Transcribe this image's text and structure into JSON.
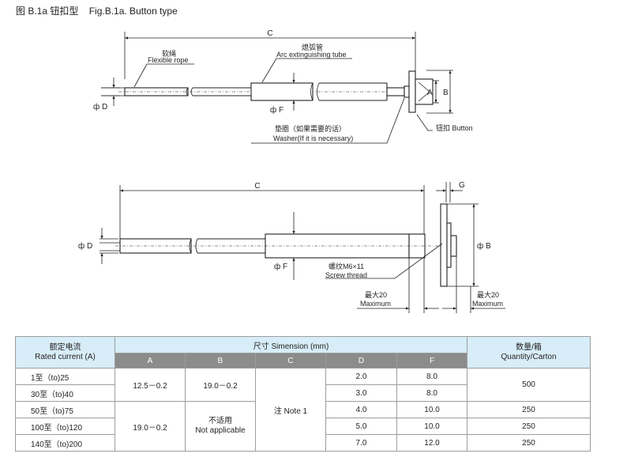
{
  "caption": {
    "cn": "图 B.1a 钮扣型",
    "en": "Fig.B.1a. Button type"
  },
  "fig_top": {
    "dim_c": "C",
    "rope_cn": "软绳",
    "rope_en": "Flexible rope",
    "tube_cn": "熄弧管",
    "tube_en": "Arc extinguishing tube",
    "dia_d": "ф D",
    "dia_f": "ф F",
    "dim_a": "A",
    "dim_b": "B",
    "washer_cn": "垫圈（如果需要的话）",
    "washer_en": "Washer(If it is necessary)",
    "button_label": "钮扣 Button"
  },
  "fig_bottom": {
    "dim_c": "C",
    "dim_g": "G",
    "dia_d": "ф D",
    "dia_f": "ф F",
    "dia_b": "ф B",
    "thread_cn": "螺纹M6×11",
    "thread_en": "Screw thread",
    "max1_cn": "最大20",
    "max1_en": "Maximum",
    "max2_cn": "最大20",
    "max2_en": "Maximum"
  },
  "table": {
    "h_current_cn": "额定电流",
    "h_current_en": "Rated current (A)",
    "h_dim": "尺寸 Simension (mm)",
    "h_qty_cn": "数量/箱",
    "h_qty_en": "Quantity/Carton",
    "cols": [
      "A",
      "B",
      "C",
      "D",
      "F"
    ],
    "rows": [
      {
        "current": "1至（to)25",
        "d": "2.0",
        "f": "8.0"
      },
      {
        "current": "30至（to)40",
        "d": "3.0",
        "f": "8.0"
      },
      {
        "current": "50至（to)75",
        "d": "4.0",
        "f": "10.0"
      },
      {
        "current": "100至（to)120",
        "d": "5.0",
        "f": "10.0"
      },
      {
        "current": "140至（to)200",
        "d": "7.0",
        "f": "12.0"
      }
    ],
    "a_group1": "12.5－0.2",
    "b_group1": "19.0－0.2",
    "a_group2": "19.0－0.2",
    "b_group2_cn": "不适用",
    "b_group2_en": "Not applicable",
    "c_note": "注 Note 1",
    "qty_group1": "500",
    "qty_row3": "250",
    "qty_row4": "250",
    "qty_row5": "250"
  }
}
